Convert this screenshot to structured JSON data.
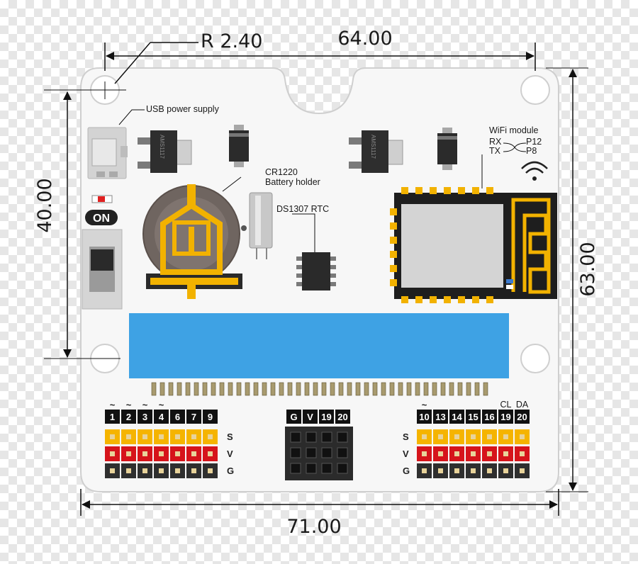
{
  "dimensions": {
    "radius": "R 2.40",
    "top_width": "64.00",
    "bottom_width": "71.00",
    "left_height": "40.00",
    "right_height": "63.00"
  },
  "components": {
    "usb": "USB power supply",
    "regulator_1": "AMS1117",
    "regulator_2": "AMS1117",
    "battery_line1": "CR1220",
    "battery_line2": "Battery holder",
    "rtc": "DS1307 RTC",
    "wifi_title": "WiFi module",
    "wifi_rx": "RX",
    "wifi_tx": "TX",
    "wifi_p12": "P12",
    "wifi_p8": "P8",
    "switch_label": "ON"
  },
  "left_header": {
    "pins": [
      "1",
      "2",
      "3",
      "4",
      "6",
      "7",
      "9"
    ],
    "tilde": [
      "~",
      "~",
      "~",
      "~",
      "",
      "",
      ""
    ],
    "rows": [
      "S",
      "V",
      "G"
    ]
  },
  "middle_header": {
    "pins": [
      "G",
      "V",
      "19",
      "20"
    ]
  },
  "right_header": {
    "pins": [
      "10",
      "13",
      "14",
      "15",
      "16",
      "19",
      "20"
    ],
    "tilde": [
      "~",
      "",
      "",
      "",
      "",
      "",
      ""
    ],
    "top_labels": [
      "",
      "",
      "",
      "",
      "",
      "CL",
      "DA"
    ],
    "rows": [
      "S",
      "V",
      "G"
    ]
  },
  "colors": {
    "board": "#f7f7f7",
    "lcd": "#3ea2e4",
    "signal_row": "#f5b400",
    "power_row": "#d6141b",
    "ground_row": "#2f2f2f",
    "gold": "#f2b200"
  }
}
